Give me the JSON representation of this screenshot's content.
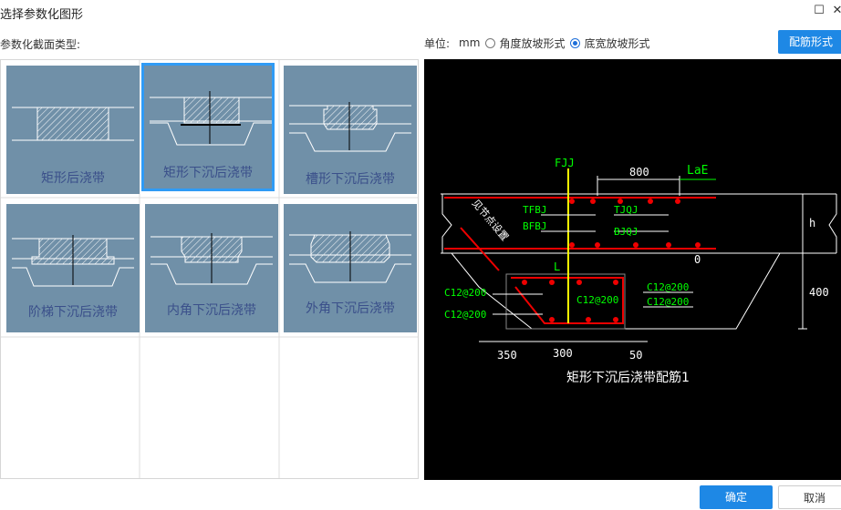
{
  "window": {
    "title": "选择参数化图形",
    "restore_glyph": "☐",
    "close_glyph": "✕"
  },
  "section_label": "参数化截面类型:",
  "unit": {
    "label": "单位:",
    "value": "mm",
    "options": [
      {
        "label": "角度放坡形式",
        "selected": false
      },
      {
        "label": "底宽放坡形式",
        "selected": true
      }
    ]
  },
  "rebar_button": "配筋形式",
  "shapes": [
    {
      "label": "矩形后浇带",
      "selected": false
    },
    {
      "label": "矩形下沉后浇带",
      "selected": true
    },
    {
      "label": "槽形下沉后浇带",
      "selected": false
    },
    {
      "label": "阶梯下沉后浇带",
      "selected": false
    },
    {
      "label": "内角下沉后浇带",
      "selected": false
    },
    {
      "label": "外角下沉后浇带",
      "selected": false
    }
  ],
  "preview": {
    "caption": "矩形下沉后浇带配筋1",
    "labels": {
      "fjj": "FJJ",
      "dim_800": "800",
      "lae": "LaE",
      "tfbj": "TFBJ",
      "bfbj": "BFBJ",
      "tjqj": "TJQJ",
      "bjqj": "BJQJ",
      "h": "h",
      "zero": "0",
      "dim_400": "400",
      "l": "L",
      "node": "见节点设置",
      "c1": "C12@200",
      "c2": "C12@200",
      "c3": "C12@200",
      "c4": "C12@200",
      "c5": "C12@200",
      "dim_350": "350",
      "dim_300": "300",
      "dim_50": "50"
    }
  },
  "footer": {
    "ok": "确定",
    "cancel": "取消"
  },
  "colors": {
    "accent": "#1e88e5",
    "tile_bg": "#7090a8",
    "tile_caption": "#3a4f8a",
    "selected_border": "#2f9bf5"
  }
}
